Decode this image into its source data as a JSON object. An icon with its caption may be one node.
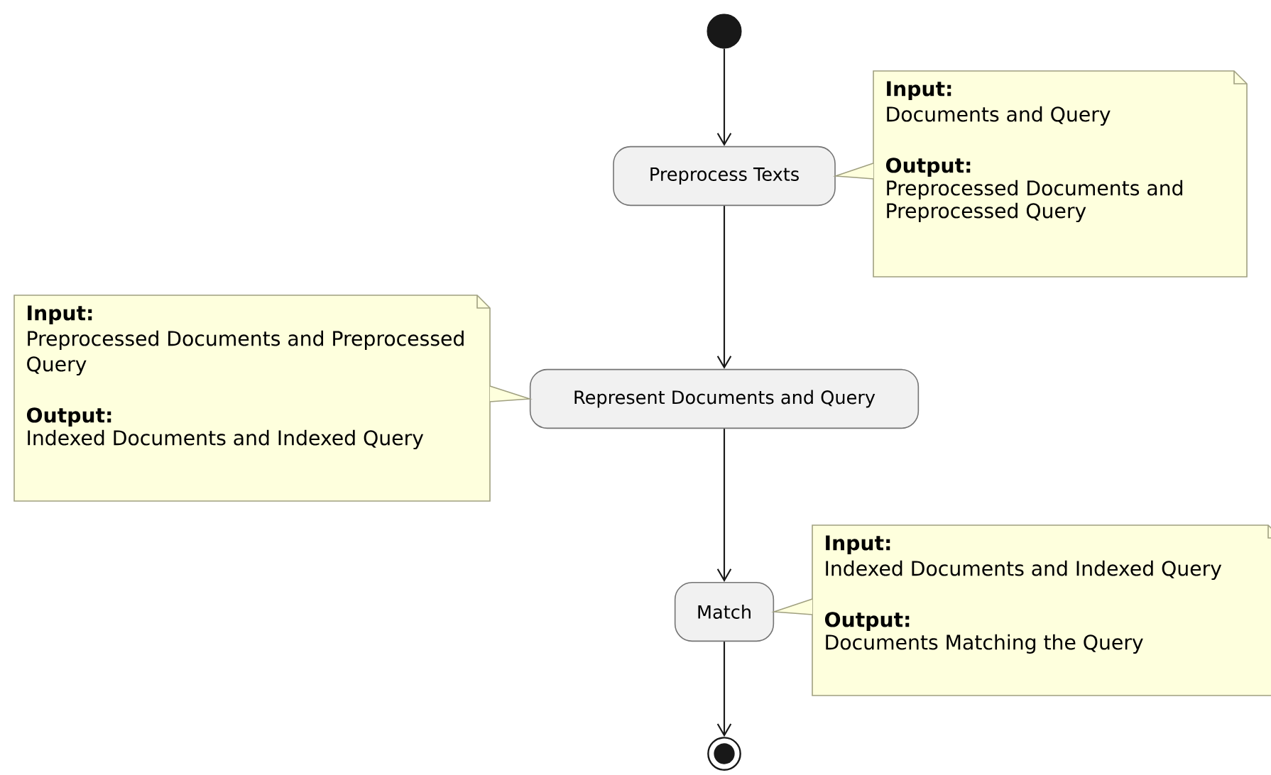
{
  "diagram": {
    "nodes": [
      {
        "text": [],
        "shape": "circle"
      },
      {
        "text": [
          "Preprocess Texts"
        ]
      },
      {
        "text": [
          "Input:",
          "Documents and Query",
          "Output:",
          "Preprocessed Documents and Preprocessed Query"
        ]
      },
      {
        "text": [
          "Input:",
          "Preprocessed Documents and Preprocessed Query",
          "Output:",
          "Indexed Documents and Indexed Query"
        ]
      },
      {
        "text": [
          "Represent Documents and Query"
        ]
      },
      {
        "text": [
          "Input:",
          "Indexed Documents and Indexed Query",
          "Output:",
          "Documents Matching the Query"
        ]
      },
      {
        "text": [
          "Match"
        ]
      },
      {
        "text": [],
        "shape": "circle"
      }
    ],
    "edges": [
      {
        "from": 0,
        "to": 1,
        "arrow": "to"
      },
      {
        "from": 2,
        "to": 1,
        "arrow": "none",
        "color": "#a0a080"
      },
      {
        "from": 1,
        "to": 4,
        "arrow": "to"
      },
      {
        "from": 3,
        "to": 4,
        "arrow": "none",
        "color": "#a0a080"
      },
      {
        "from": 4,
        "to": 6,
        "arrow": "to"
      },
      {
        "from": 5,
        "to": 6,
        "arrow": "none",
        "color": "#a0a080"
      },
      {
        "from": 6,
        "to": 7,
        "arrow": "to"
      }
    ]
  }
}
